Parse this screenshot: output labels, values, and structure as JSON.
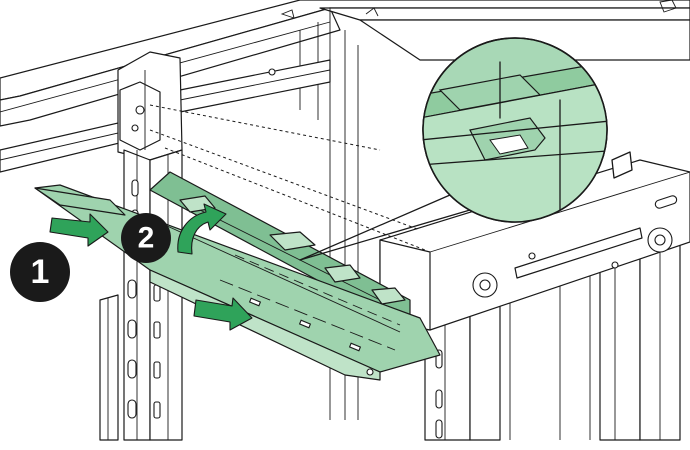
{
  "figure": {
    "steps": [
      {
        "label": "1",
        "action": "slide-in"
      },
      {
        "label": "2",
        "action": "rotate-up"
      }
    ],
    "colors": {
      "tray": "#9fd3ae",
      "tray_shadow": "#7fbf93",
      "arrow": "#2fa35a",
      "callout_bg": "#9fd3ae",
      "step_badge": "#1a1a1a",
      "line": "#1a1a1a"
    }
  }
}
